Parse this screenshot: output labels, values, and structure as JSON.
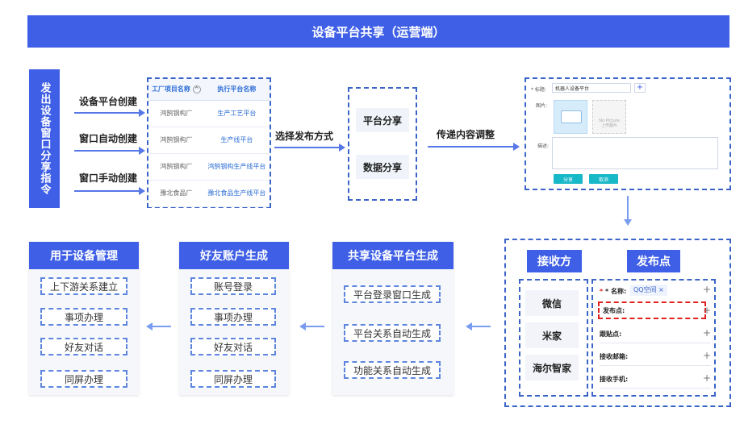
{
  "title": "设备平台共享（运营端）",
  "command": "发出设备窗口分享指令",
  "create_methods": [
    "设备平台创建",
    "窗口自动创建",
    "窗口手动创建"
  ],
  "table": {
    "headers": [
      "工厂项目名称",
      "执行平台名称"
    ],
    "rows": [
      [
        "鸿鹄钢构厂",
        "生产工艺平台"
      ],
      [
        "鸿鹄钢构厂",
        "生产线平台"
      ],
      [
        "鸿鹄钢构厂",
        "鸿鹄钢构生产线平台"
      ],
      [
        "豫北食品厂",
        "豫北食品生产线平台"
      ]
    ]
  },
  "select_publish": "选择发布方式",
  "share_options": [
    "平台分享",
    "数据分享"
  ],
  "transfer_adjust": "传递内容调整",
  "form": {
    "title_label": "* 标题:",
    "title_value": "机器人设备平台",
    "image_label": "图片:",
    "image_placeholder_1": "No Picture",
    "image_placeholder_2": "上传图片",
    "desc_label": "描述:",
    "btn_share": "分享",
    "btn_cancel": "取消"
  },
  "receiver": {
    "title": "接收方",
    "items": [
      "微信",
      "米家",
      "海尔智家"
    ]
  },
  "publish_point": {
    "title": "发布点",
    "name_label": "* 名称:",
    "name_tag": "QQ空间 ×",
    "rows": [
      "发布点:",
      "跟贴点:",
      "接收邮箱:",
      "接收手机:"
    ]
  },
  "panels": [
    {
      "title": "共享设备平台生成",
      "items": [
        "平台登录窗口生成",
        "平台关系自动生成",
        "功能关系自动生成"
      ]
    },
    {
      "title": "好友账户生成",
      "items": [
        "账号登录",
        "事项办理",
        "好友对话",
        "同屏办理"
      ]
    },
    {
      "title": "用于设备管理",
      "items": [
        "上下游关系建立",
        "事项办理",
        "好友对话",
        "同屏办理"
      ]
    }
  ],
  "colors": {
    "primary": "#3f5fe6",
    "dash": "#3a64c8",
    "red": "#e02020",
    "teal": "#17b8c8"
  }
}
